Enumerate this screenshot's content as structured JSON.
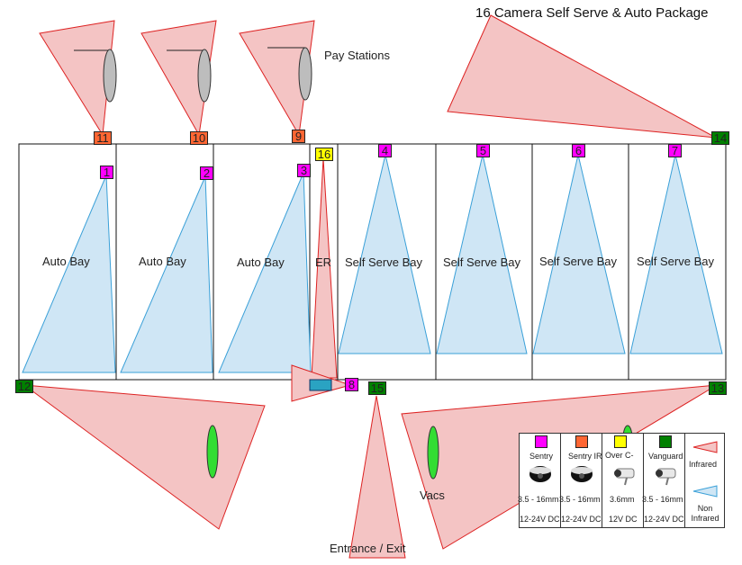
{
  "title": "16 Camera Self Serve & Auto Package",
  "pay_stations_label": "Pay Stations",
  "bays": [
    {
      "label": "Auto Bay"
    },
    {
      "label": "Auto Bay"
    },
    {
      "label": "Auto Bay"
    },
    {
      "label": "ER"
    },
    {
      "label": "Self Serve Bay"
    },
    {
      "label": "Self Serve Bay"
    },
    {
      "label": "Self Serve Bay"
    },
    {
      "label": "Self Serve Bay"
    }
  ],
  "vacs_label": "Vacs",
  "entrance_label": "Entrance / Exit",
  "cameras": [
    {
      "num": "1",
      "type": "sentry"
    },
    {
      "num": "2",
      "type": "sentry"
    },
    {
      "num": "3",
      "type": "sentry"
    },
    {
      "num": "4",
      "type": "sentry"
    },
    {
      "num": "5",
      "type": "sentry"
    },
    {
      "num": "6",
      "type": "sentry"
    },
    {
      "num": "7",
      "type": "sentry"
    },
    {
      "num": "8",
      "type": "sentry"
    },
    {
      "num": "9",
      "type": "sentry_ir"
    },
    {
      "num": "10",
      "type": "sentry_ir"
    },
    {
      "num": "11",
      "type": "sentry_ir"
    },
    {
      "num": "12",
      "type": "vanguard"
    },
    {
      "num": "13",
      "type": "vanguard"
    },
    {
      "num": "14",
      "type": "vanguard"
    },
    {
      "num": "15",
      "type": "vanguard"
    },
    {
      "num": "16",
      "type": "over_c"
    }
  ],
  "legend": {
    "sentry": {
      "name": "Sentry",
      "lens": "3.5 - 16mm",
      "power": "12-24V DC",
      "color": "#ff00ff",
      "icon": "dome-camera-icon"
    },
    "sentry_ir": {
      "name": "Sentry IR",
      "lens": "3.5 - 16mm",
      "power": "12-24V DC",
      "color": "#ff6633",
      "icon": "dome-camera-icon"
    },
    "over_c": {
      "name": "Over C-",
      "lens": "3.6mm",
      "power": "12V DC",
      "color": "#ffff00",
      "icon": "bullet-camera-icon"
    },
    "vanguard": {
      "name": "Vanguard",
      "lens": "3.5 - 16mm",
      "power": "12-24V DC",
      "color": "#008000",
      "icon": "bullet-camera-icon"
    },
    "infrared": {
      "label": "Infrared",
      "color": "#f4b8b8"
    },
    "non_infrared": {
      "label": "Non Infrared",
      "color": "#bcdff2"
    }
  }
}
